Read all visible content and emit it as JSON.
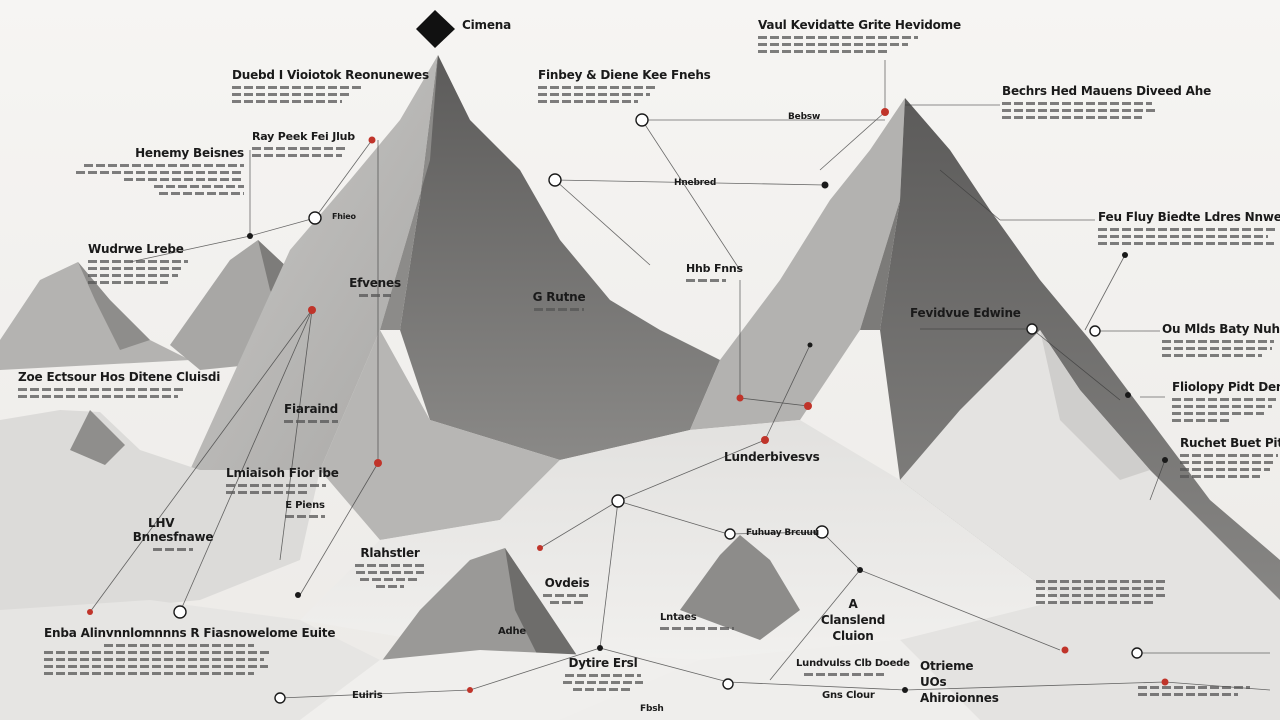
{
  "labels": [
    {
      "id": "cimena",
      "text": "Cimena"
    },
    {
      "id": "vau-kevidatte",
      "text": "Vaul Kevidatte Grite Hevidome"
    },
    {
      "id": "duebd-viotok",
      "text": "Duebd I Vioiotok Reonunewes"
    },
    {
      "id": "finbey-diene",
      "text": "Finbey & Diene Kee Fnehs"
    },
    {
      "id": "bechrs-hed",
      "text": "Bechrs Hed Mauens Diveed Ahe"
    },
    {
      "id": "bebsw",
      "text": "Bebsw"
    },
    {
      "id": "ry-peek",
      "text": "Ray Peek Fei Jlub"
    },
    {
      "id": "henemy-beisnes",
      "text": "Henemy Beisnes"
    },
    {
      "id": "hnebred",
      "text": "Hnebred"
    },
    {
      "id": "fhieo",
      "text": "Fhieo"
    },
    {
      "id": "feu-fluy",
      "text": "Feu Fluy Biedte Ldres Nnwes Bentes"
    },
    {
      "id": "wuduiwe",
      "text": "Wudrwe Lrebe"
    },
    {
      "id": "efvenes",
      "text": "Efvenes"
    },
    {
      "id": "g-rutne",
      "text": "G Rutne"
    },
    {
      "id": "hhb-fnnis",
      "text": "Hhb Fnns"
    },
    {
      "id": "fevidve-edwine",
      "text": "Fevidvue Edwine"
    },
    {
      "id": "oumeds-flhy",
      "text": "Ou Mlds Baty Nuhs"
    },
    {
      "id": "zoe-ectour",
      "text": "Zoe Ectsour Hos Ditene Cluisdi"
    },
    {
      "id": "flioloye",
      "text": "Fliolopy Pidt Denwinhiie"
    },
    {
      "id": "ruchef-enst",
      "text": "Ruchet Buet Piterhied"
    },
    {
      "id": "foraind",
      "text": "Fiaraind"
    },
    {
      "id": "lmiasoh",
      "text": "Lmiaisoh Fior ibe"
    },
    {
      "id": "e-piens",
      "text": "E Piens"
    },
    {
      "id": "lhv",
      "text": "LHV"
    },
    {
      "id": "bnnes-fnawe",
      "text": "Bnnesfnawe"
    },
    {
      "id": "luvderbivesvs",
      "text": "Lunderbivesvs"
    },
    {
      "id": "fuhuay",
      "text": "Fuhuay Brcuuu"
    },
    {
      "id": "rlahstr",
      "text": "Rlahstler"
    },
    {
      "id": "ovdeis",
      "text": "Ovdeis"
    },
    {
      "id": "a-clanslend",
      "text": "A Clanslend Cluion"
    },
    {
      "id": "enba-hv",
      "text": "Enba Alinvnnlomnnns R Fiasnowelome Euite"
    },
    {
      "id": "lntaes",
      "text": "Lntaes"
    },
    {
      "id": "dytire-lesl",
      "text": "Dytire Ersl"
    },
    {
      "id": "lundrus",
      "text": "Lundvulss Clb Doede"
    },
    {
      "id": "otriemmes",
      "text": "Otrieme UOs Ahiroionnes"
    },
    {
      "id": "adhe",
      "text": "Adhe"
    },
    {
      "id": "euiris",
      "text": "Euiris"
    },
    {
      "id": "gns-clour",
      "text": "Gns Clour"
    },
    {
      "id": "fbsh",
      "text": "Fbsh"
    }
  ],
  "colors": {
    "background": "#f3f2f0",
    "rock_dark": "#6d6c6b",
    "rock_mid": "#a4a3a1",
    "rock_light": "#d4d3d1",
    "snow": "#ebeae8",
    "marker_red": "#c0342a",
    "marker_dark": "#1a1a1a"
  }
}
